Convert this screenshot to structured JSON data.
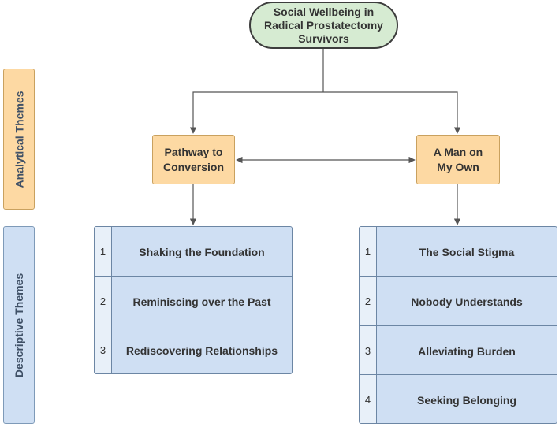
{
  "root": {
    "title": "Social Wellbeing in\nRadical Prostatectomy\nSurvivors"
  },
  "side_labels": {
    "analytical": "Analytical Themes",
    "descriptive": "Descriptive Themes"
  },
  "analytical_themes": [
    {
      "label": "Pathway to\nConversion"
    },
    {
      "label": "A Man on\nMy Own"
    }
  ],
  "descriptive_left": [
    {
      "num": "1",
      "label": "Shaking the Foundation"
    },
    {
      "num": "2",
      "label": "Reminiscing over the Past"
    },
    {
      "num": "3",
      "label": "Rediscovering Relationships"
    }
  ],
  "descriptive_right": [
    {
      "num": "1",
      "label": "The Social Stigma"
    },
    {
      "num": "2",
      "label": "Nobody Understands"
    },
    {
      "num": "3",
      "label": "Alleviating Burden"
    },
    {
      "num": "4",
      "label": "Seeking Belonging"
    }
  ],
  "colors": {
    "root_fill": "#d6ebd2",
    "analytical_fill": "#fdd9a3",
    "descriptive_fill": "#cfdff3",
    "line": "#555555"
  }
}
